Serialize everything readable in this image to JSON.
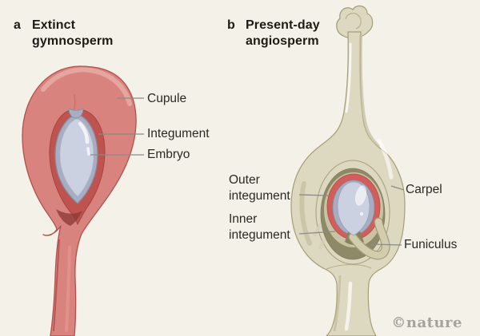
{
  "panel_a": {
    "letter": "a",
    "title": [
      "Extinct",
      "gymnosperm"
    ],
    "labels": {
      "cupule": "Cupule",
      "integument": "Integument",
      "embryo": "Embryo"
    }
  },
  "panel_b": {
    "letter": "b",
    "title": [
      "Present-day",
      "angiosperm"
    ],
    "labels": {
      "outer_integument": [
        "Outer",
        "integument"
      ],
      "inner_integument": [
        "Inner",
        "integument"
      ],
      "carpel": "Carpel",
      "funiculus": "Funiculus"
    }
  },
  "watermark": "©nature",
  "colors": {
    "background": "#f4f1e8",
    "cupule_salmon": "#d9837f",
    "cupule_highlight": "#e7a8a2",
    "cavity_red": "#bf5350",
    "integument_gray_blue": "#a8aec2",
    "embryo_lavender": "#ccd1e2",
    "carpel_beige": "#ddd8c0",
    "carpel_outline": "#a49d79",
    "locule_olive": "#8e8a67",
    "outer_integument_red": "#d15e5a",
    "leader_line_gray": "#8b8b85",
    "watermark_gray": "#a6a39d",
    "heading_text": "#1c1b15"
  }
}
